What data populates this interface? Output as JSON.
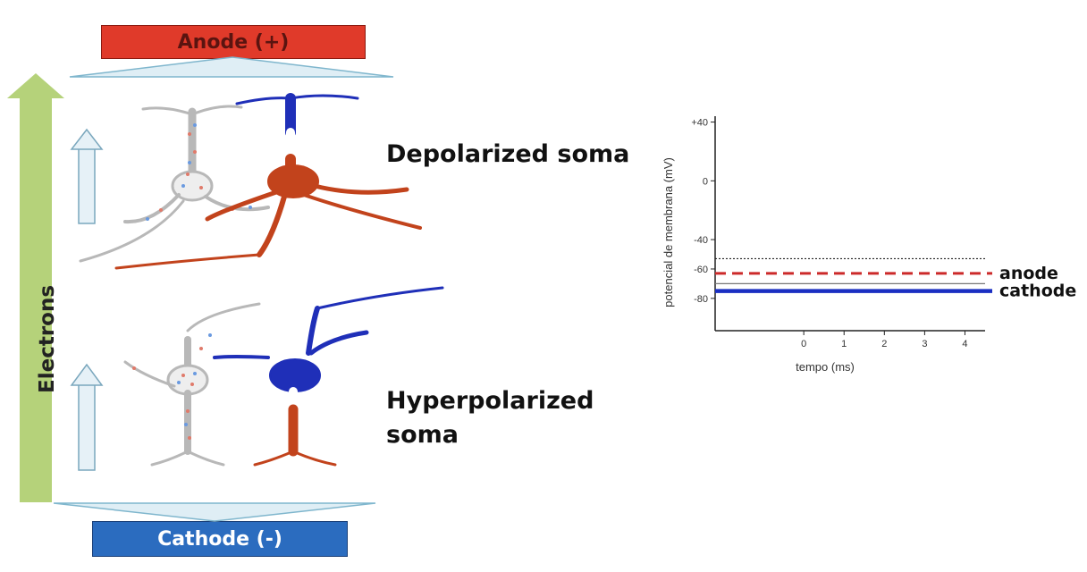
{
  "left_panel": {
    "anode_label": "Anode (+)",
    "cathode_label": "Cathode (-)",
    "electrons_label": "Electrons",
    "depolarized_label": "Depolarized soma",
    "hyperpolarized_line1": "Hyperpolarized",
    "hyperpolarized_line2": "soma"
  },
  "colors": {
    "anode": "#e03a2a",
    "cathode": "#2b6cbf",
    "electron_arrow": "#b5d27a",
    "small_arrow": "#e6f1f7",
    "neuron_blue": "#1f2fb8",
    "neuron_red": "#c2431c",
    "anode_trace": "#cc2a2a",
    "cathode_trace": "#1a2ec2"
  },
  "chart_data": {
    "type": "line",
    "xlabel": "tempo (ms)",
    "ylabel": "potencial de membrana (mV)",
    "x_ticks": [
      0,
      1,
      2,
      3,
      4
    ],
    "y_ticks": [
      40,
      0,
      -40,
      -60,
      -80
    ],
    "y_tick_labels": [
      "+40",
      "0",
      "-40",
      "-60",
      "-80"
    ],
    "xlim": [
      -2.2,
      4.5
    ],
    "ylim": [
      -102,
      44
    ],
    "series": [
      {
        "name": "",
        "style": "dotted-black",
        "x": [
          -2.2,
          4.5
        ],
        "y": [
          -53,
          -53
        ]
      },
      {
        "name": "anode",
        "style": "dashed-red",
        "x": [
          -2.2,
          4.5
        ],
        "y": [
          -63,
          -63
        ]
      },
      {
        "name": "",
        "style": "solid-gray",
        "x": [
          -2.2,
          4.5
        ],
        "y": [
          -70,
          -70
        ]
      },
      {
        "name": "cathode",
        "style": "solid-blue",
        "x": [
          -2.2,
          4.5
        ],
        "y": [
          -75,
          -75
        ]
      }
    ]
  }
}
